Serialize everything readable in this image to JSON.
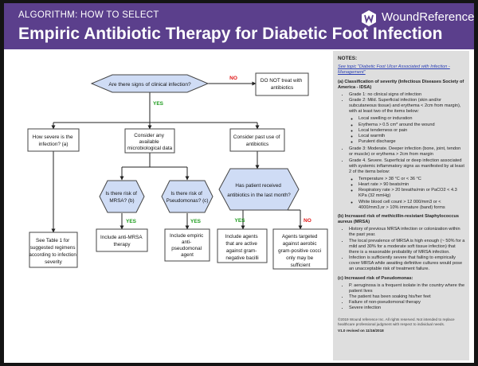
{
  "header": {
    "kicker": "ALGORITHM: HOW TO SELECT",
    "title": "Empiric Antibiotic Therapy for Diabetic Foot Infection",
    "brand": "WoundReference",
    "brand_icon": "wr-logo-icon"
  },
  "colors": {
    "header_bg": "#5b3f8c",
    "node_fill": "#cfdcf5",
    "node_stroke": "#444444",
    "yes": "#1d9b1d",
    "no": "#e01515",
    "notes_bg": "#dedede"
  },
  "flow": {
    "q_infection": "Are there signs of clinical infection?",
    "no_1": "NO",
    "yes_1": "YES",
    "no_treat": [
      "DO NOT treat with",
      "antibiotics"
    ],
    "how_severe": [
      "How severe is the",
      "infection? (a)"
    ],
    "micro_data": [
      "Consider any",
      "available",
      "microbiological data"
    ],
    "past_use": [
      "Consider past use of",
      "antibiotics"
    ],
    "q_mrsa": [
      "Is there risk of",
      "MRSA? (b)"
    ],
    "q_pseudo": [
      "Is there risk of",
      "Pseudomonas? (c)"
    ],
    "q_received": [
      "Has patient received",
      "antibiotics in the last month?"
    ],
    "yes_mrsa": "YES",
    "yes_pseudo": "YES",
    "yes_received": "YES",
    "no_received": "NO",
    "see_table": [
      "See Table 1  for",
      "suggested regimens",
      "according to infection",
      "severity"
    ],
    "anti_mrsa": [
      "Include anti-MRSA",
      "therapy"
    ],
    "empiric_pseudo": [
      "Include empiric",
      "anti-",
      "pseudomonal",
      "agent"
    ],
    "gram_neg": [
      "Include agents",
      "that are active",
      "against gram-",
      "negative bacilli"
    ],
    "gram_pos": [
      "Agents targeted",
      "against aerobic",
      "gram-positive cocci",
      "only may be",
      "sufficient"
    ]
  },
  "notes": {
    "heading": "NOTES:",
    "see_topic": "See topic \"Diabetic Foot Ulcer Associated with Infection - Management\"",
    "a_title": "(a) Classification of severity (Infectious Diseases Society of America - IDSA)",
    "a_items": [
      {
        "text": "Grade 1: no clinical signs of infection",
        "sub": []
      },
      {
        "text": "Grade 2: Mild. Superficial infection (skin and/or subcutaneous tissue) and erythema < 2cm from margin), with at least two of the items below:",
        "sub": [
          "Local swelling or induration",
          "Erythema > 0.5 cm* around the wound",
          "Local tenderness or pain",
          "Local warmth",
          "Purulent discharge"
        ]
      },
      {
        "text": "Grade 3: Moderate. Deeper infection (bone, joint, tendon or muscle) or erythema > 2cm from margin",
        "sub": []
      },
      {
        "text": "Grade 4. Severe. Superficial or deep infection associated with systemic inflammatory signs as manifested by at least 2 of the items below:",
        "sub": [
          "Temperature > 38 °C or < 36 °C",
          "Heart rate > 90 beats/min",
          "Respiratory rate > 20 breaths/min or PaCO2 < 4.3 KPa (32 mmHg)",
          "White blood cell count > 12 000/mm3 or < 4000/mm3,or > 10% immature (band) forms"
        ]
      }
    ],
    "b_title": "(b) Increased risk of methicillin-resistant Staphylococcus aureus (MRSA)",
    "b_items": [
      "History of previous MRSA infection or colonization within the past year.",
      "The local prevalence of MRSA is high enough (~ 50% for a mild and 30% for a moderate soft tissue infection) that there is a reasonable probability of MRSA infection.",
      "Infection is sufficiently severe that failing to empirically cover MRSA while awaiting definitive cultures would pose an unacceptable risk of treatment failure."
    ],
    "c_title": "(c) Increased risk of Pseudomonas:",
    "c_items": [
      "P. aeruginosa is a frequent isolate in the country where the patient lives",
      "The patient has been soaking his/her feet",
      "Failure of non-pseudomonal therapy",
      "Severe infection"
    ],
    "copyright": "©2019 Wound reference Inc. All rights reserved. Not intended to replace healthcare professional judgment with respect to individual needs.",
    "revision": "V1.0 revised on 11/16/2018"
  }
}
